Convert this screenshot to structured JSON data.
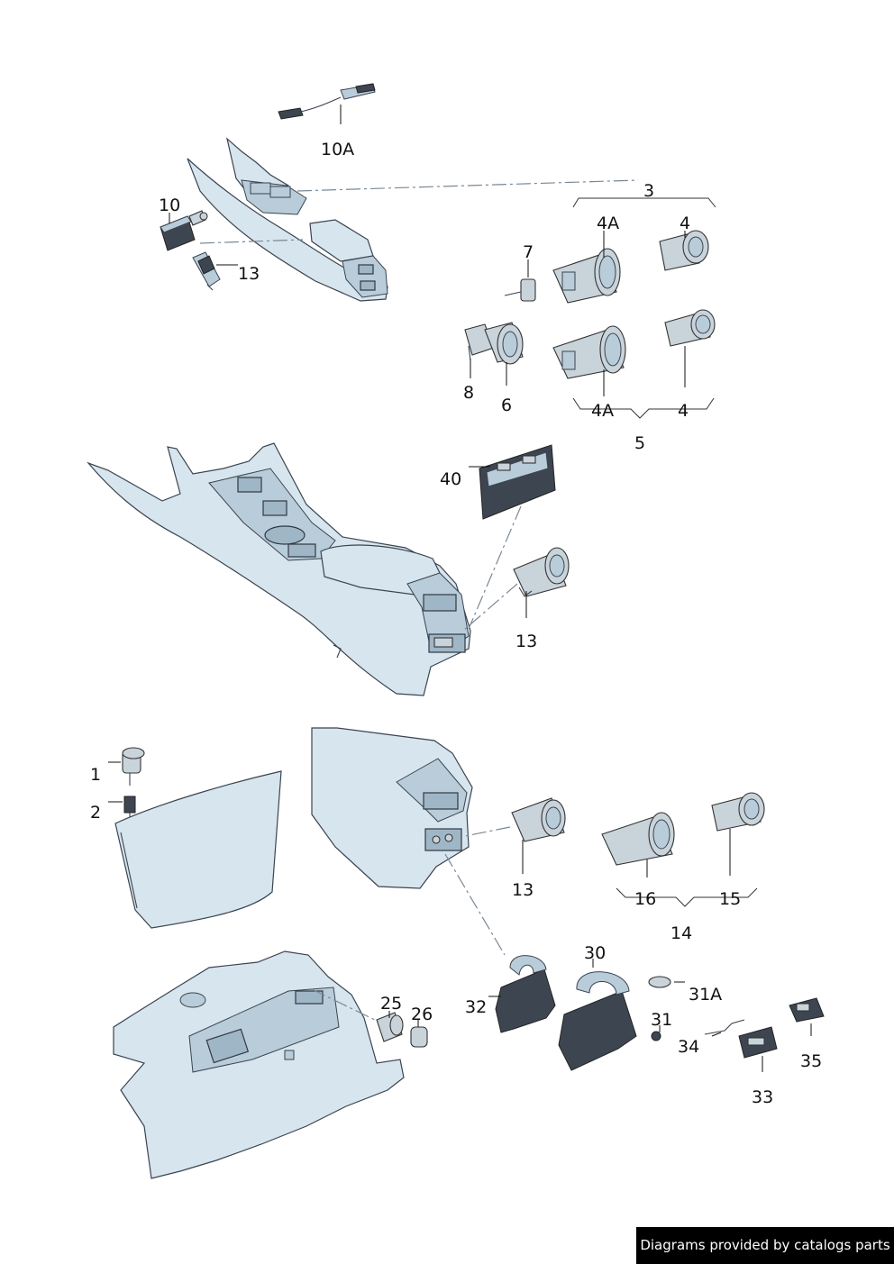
{
  "labels": {
    "l10A": "10A",
    "l10": "10",
    "l13a": "13",
    "l3": "3",
    "l4Aa": "4A",
    "l4a": "4",
    "l7": "7",
    "l8": "8",
    "l6": "6",
    "l4Ab": "4A",
    "l4b": "4",
    "l5": "5",
    "l40": "40",
    "l13b": "13",
    "l1": "1",
    "l2": "2",
    "l13c": "13",
    "l16": "16",
    "l15": "15",
    "l14": "14",
    "l30": "30",
    "l31A": "31A",
    "l32": "32",
    "l31": "31",
    "l34": "34",
    "l35": "35",
    "l33": "33",
    "l25": "25",
    "l26": "26"
  },
  "footer": {
    "text": "Diagrams provided by catalogs parts"
  }
}
